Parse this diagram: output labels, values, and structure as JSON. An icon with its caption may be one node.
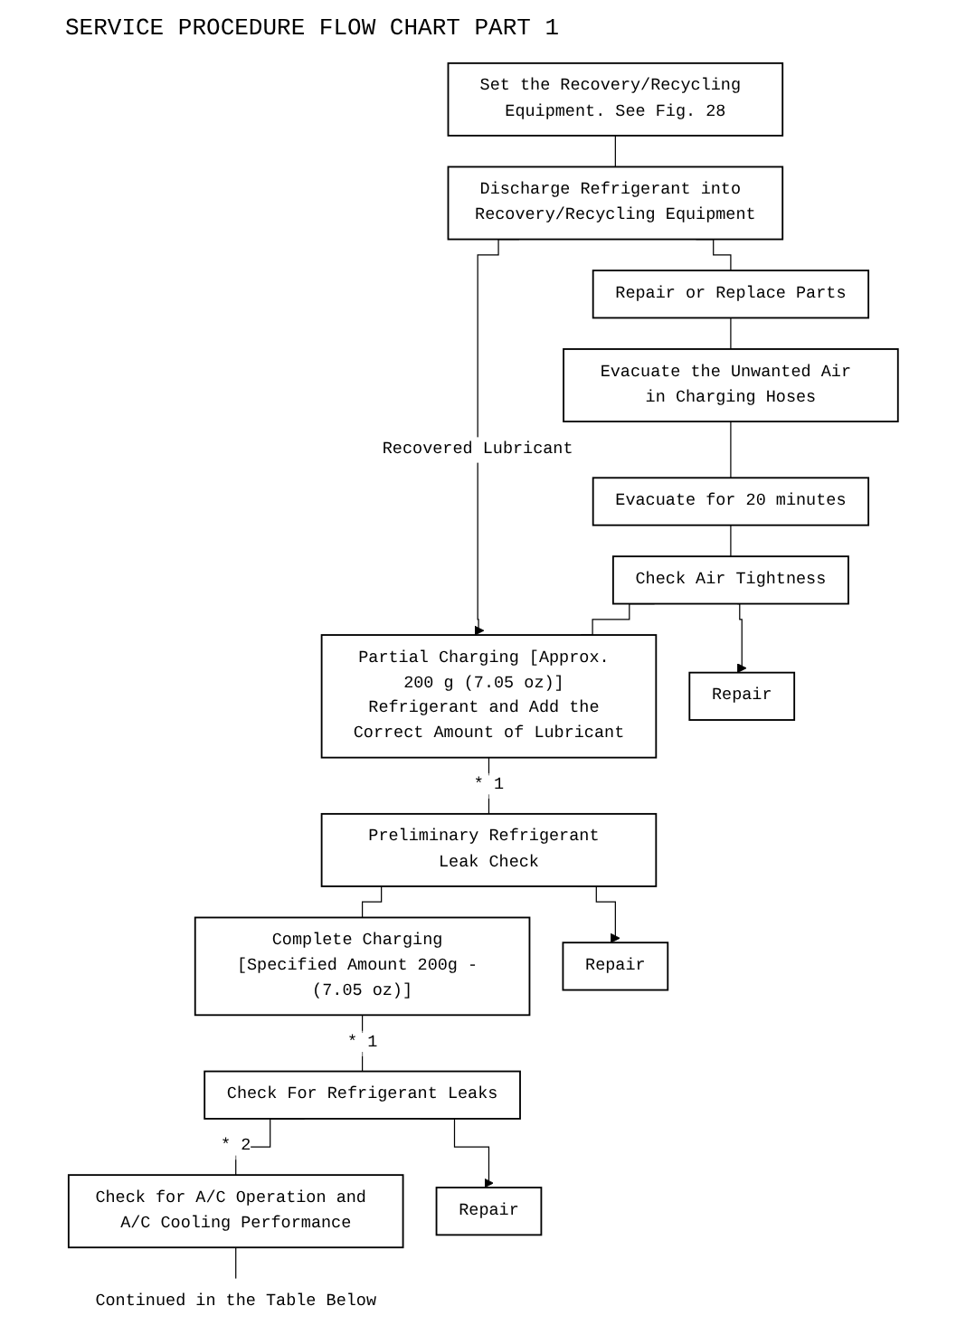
{
  "diagram": {
    "title": "SERVICE PROCEDURE FLOW CHART PART 1",
    "nodes": [
      {
        "text": [
          "Set the Recovery/Recycling Equipment. See Fig. 28"
        ]
      },
      {
        "text": [
          "Discharge Refrigerant into Recovery/Recycling Equipment"
        ]
      },
      {
        "text": [
          "Repair or Replace Parts"
        ]
      },
      {
        "text": [
          "Evacuate the Unwanted Air in Charging Hoses"
        ]
      },
      {
        "text": [
          "Evacuate for 20 minutes"
        ]
      },
      {
        "text": [
          "Check Air Tightness"
        ]
      },
      {
        "text": [
          "Repair"
        ]
      },
      {
        "text": [
          "Partial Charging [Approx. 200 g (7.05 oz)] Refrigerant and Add the Correct Amount of Lubricant"
        ]
      },
      {
        "text": [
          "Preliminary Refrigerant Leak Check"
        ]
      },
      {
        "text": [
          "Repair"
        ]
      },
      {
        "text": [
          "Complete Charging [Specified Amount 200g - (7.05 oz)]"
        ]
      },
      {
        "text": [
          "Check For Refrigerant Leaks"
        ]
      },
      {
        "text": [
          "Repair"
        ]
      },
      {
        "text": [
          "Check for A/C Operation and A/C Cooling Performance"
        ]
      },
      {
        "text": [
          "Continued in the Table Below"
        ]
      }
    ],
    "edges": [
      {
        "from": 0,
        "to": 1,
        "arrow": "none"
      },
      {
        "from": 1,
        "to": 7,
        "arrow": "to",
        "label": "Recovered Lubricant"
      },
      {
        "from": 1,
        "to": 2,
        "arrow": "none"
      },
      {
        "from": 2,
        "to": 3,
        "arrow": "none"
      },
      {
        "from": 3,
        "to": 4,
        "arrow": "none"
      },
      {
        "from": 4,
        "to": 5,
        "arrow": "none"
      },
      {
        "from": 5,
        "to": 7,
        "arrow": "none"
      },
      {
        "from": 5,
        "to": 6,
        "arrow": "to"
      },
      {
        "from": 7,
        "to": 8,
        "arrow": "none",
        "label": "* 1"
      },
      {
        "from": 8,
        "to": 10,
        "arrow": "none"
      },
      {
        "from": 8,
        "to": 9,
        "arrow": "to"
      },
      {
        "from": 10,
        "to": 11,
        "arrow": "none",
        "label": "* 1"
      },
      {
        "from": 11,
        "to": 13,
        "arrow": "none",
        "label": "* 2"
      },
      {
        "from": 11,
        "to": 12,
        "arrow": "to"
      },
      {
        "from": 13,
        "to": 14,
        "arrow": "none"
      }
    ]
  }
}
